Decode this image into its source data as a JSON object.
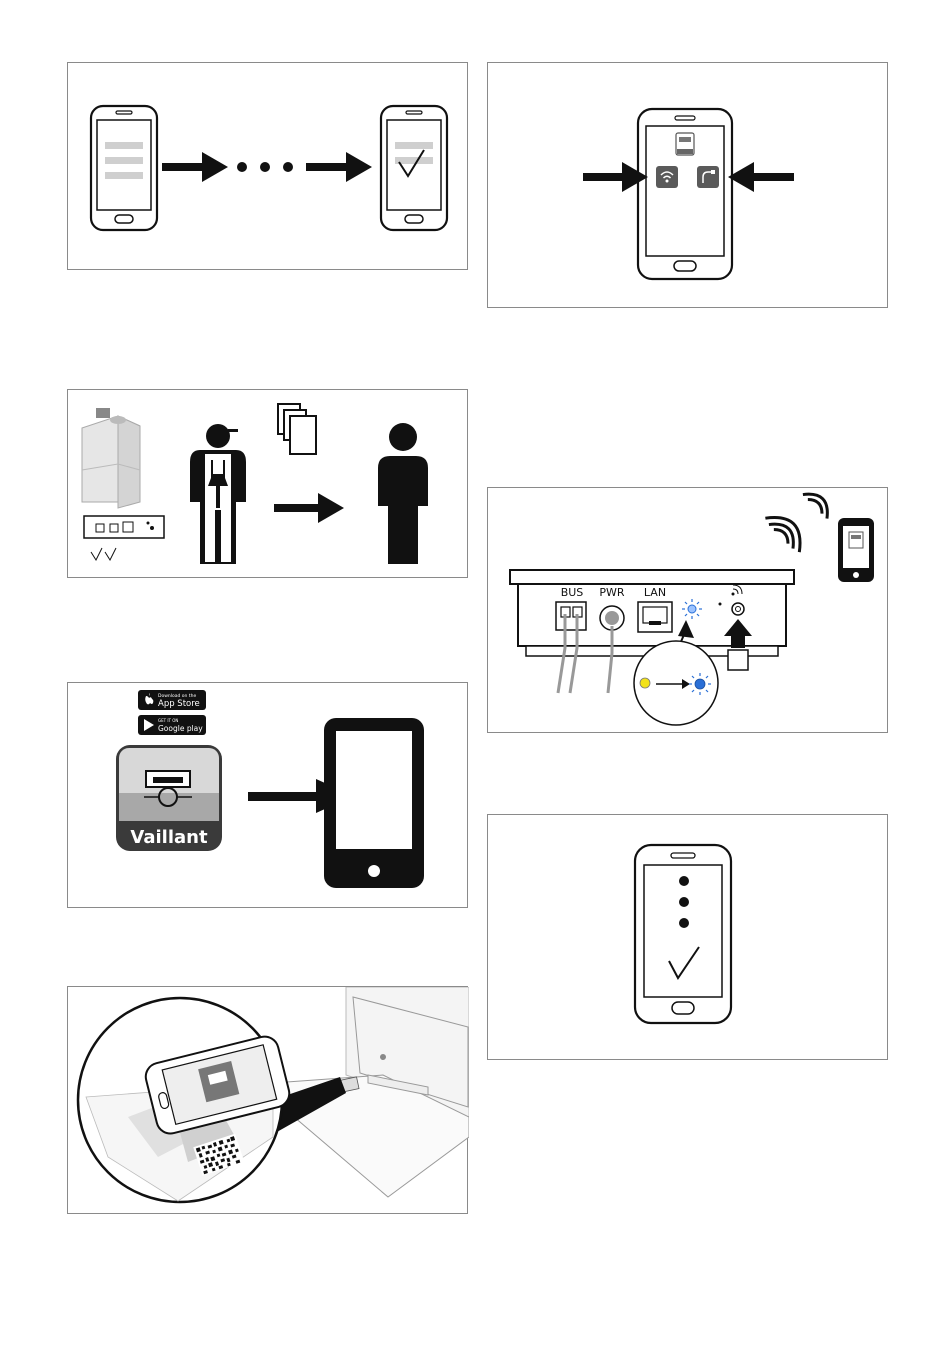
{
  "panels": {
    "fig_app_steps": {},
    "fig_app_connection_choice": {},
    "fig_handover": {},
    "fig_app_download": {
      "store_badges": {
        "app_store_small": "Download on the",
        "app_store_big": "App Store",
        "google_play_small": "GET IT ON",
        "google_play_big": "Google play"
      },
      "app_brand": "Vaillant"
    },
    "fig_qr_scan": {},
    "fig_gateway_pairing": {
      "port_labels": {
        "bus": "BUS",
        "pwr": "PWR",
        "lan": "LAN"
      },
      "led_colors": {
        "before": "#f2e21a",
        "after": "#2a6fd6"
      }
    },
    "fig_setup_complete": {}
  },
  "icons": [
    "arrow-right-icon",
    "checkmark-icon",
    "wifi-icon",
    "cable-icon",
    "radio-waves-icon",
    "smartphone-icon",
    "person-icon",
    "installer-icon",
    "documents-icon",
    "boiler-icon",
    "qr-code-icon",
    "apple-icon",
    "play-icon"
  ]
}
